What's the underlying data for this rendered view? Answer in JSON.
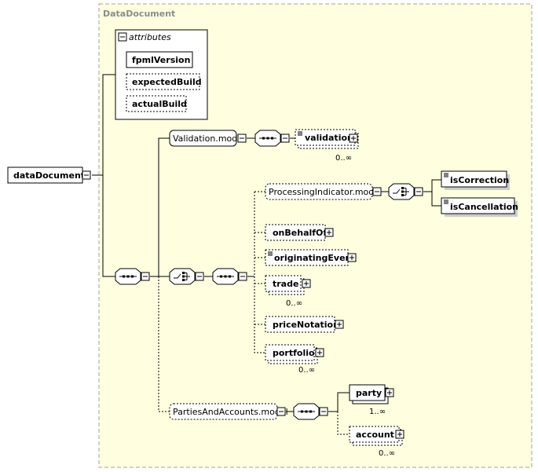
{
  "colors": {
    "frame_fill": "#ffffe0",
    "frame_border": "#a0a0a0",
    "line": "#000000"
  },
  "root": {
    "label": "dataDocument"
  },
  "frame": {
    "title": "DataDocument"
  },
  "attributes": {
    "header": "attributes",
    "items": [
      {
        "label": "fpmlVersion",
        "required": true
      },
      {
        "label": "expectedBuild",
        "required": false
      },
      {
        "label": "actualBuild",
        "required": false
      }
    ]
  },
  "validation_group": {
    "label": "Validation.model",
    "element": {
      "label": "validation",
      "occurs": "0..∞"
    }
  },
  "main_group": {
    "processing_indicator": {
      "label": "ProcessingIndicator.model",
      "choices": [
        {
          "label": "isCorrection"
        },
        {
          "label": "isCancellation"
        }
      ]
    },
    "elements": [
      {
        "key": "onbehalfof",
        "label": "onBehalfOf",
        "occurs": ""
      },
      {
        "key": "originatingevent",
        "label": "originatingEvent",
        "occurs": ""
      },
      {
        "key": "trade",
        "label": "trade",
        "occurs": "0..∞"
      },
      {
        "key": "pricenotation",
        "label": "priceNotation",
        "occurs": ""
      },
      {
        "key": "portfolio",
        "label": "portfolio",
        "occurs": "0..∞"
      }
    ]
  },
  "parties_group": {
    "label": "PartiesAndAccounts.model",
    "elements": [
      {
        "label": "party",
        "occurs": "1..∞"
      },
      {
        "label": "account",
        "occurs": "0..∞"
      }
    ]
  }
}
